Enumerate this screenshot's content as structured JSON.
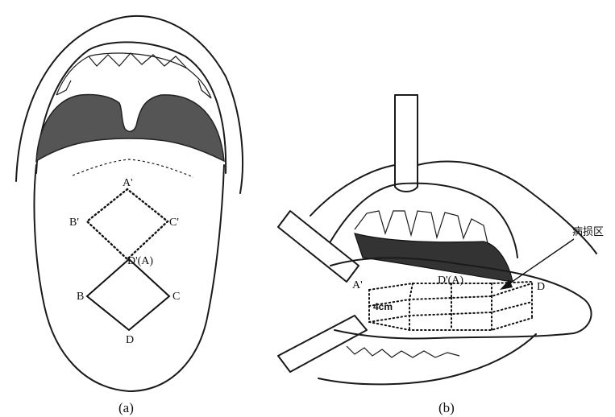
{
  "figure_a": {
    "points": {
      "a_prime": "A'",
      "b_prime": "B'",
      "c_prime": "C'",
      "d_prime_a": "D'(A)",
      "b": "B",
      "c": "C",
      "d": "D"
    },
    "caption": "(a)"
  },
  "figure_b": {
    "points": {
      "a_prime": "A'",
      "d_prime_a": "D'(A)",
      "d": "D"
    },
    "dimension": "4cm",
    "lesion_label": "病损区",
    "caption": "(b)"
  }
}
